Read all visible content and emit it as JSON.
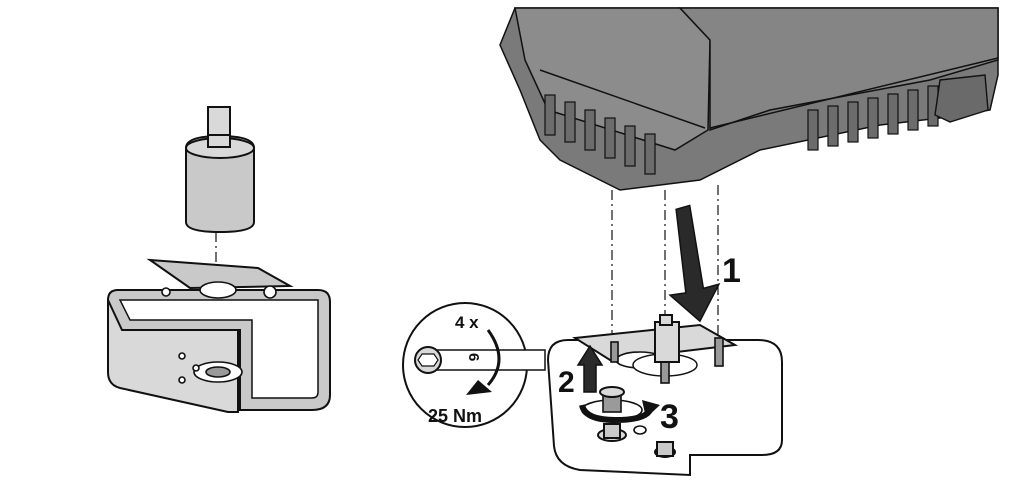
{
  "figure": {
    "step_labels": {
      "step1": "1",
      "step2": "2",
      "step3": "3"
    },
    "callout": {
      "quantity": "4 x",
      "hex_size": "6",
      "torque": "25 Nm"
    }
  },
  "colors": {
    "motor": "#7a7a7a",
    "bracket": "#c9c9c9",
    "line": "#111111",
    "background": "#ffffff"
  }
}
